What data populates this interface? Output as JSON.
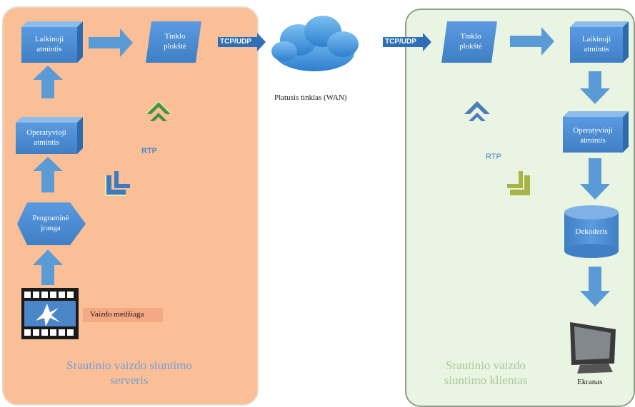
{
  "server": {
    "title_line1": "Srautinio vaizdo siuntimo",
    "title_line2": "serveris",
    "cache": [
      "Laikinoji",
      "atmintis"
    ],
    "nic": [
      "Tinklo",
      "plokštė"
    ],
    "ram": [
      "Operatyvioji",
      "atmintis"
    ],
    "software": [
      "Programinė",
      "įranga"
    ],
    "rtp": "RTP",
    "video_label": "Vaizdo medžiaga"
  },
  "network": {
    "tcp_left": "TCP/UDP",
    "tcp_right": "TCP/UDP",
    "wan_label": "Platusis tinklas (WAN)"
  },
  "client": {
    "title_line1": "Srautinio vaizdo",
    "title_line2": "siuntimo klientas",
    "nic": [
      "Tinklo",
      "plokštė"
    ],
    "cache": [
      "Laikinoji",
      "atmintis"
    ],
    "ram": [
      "Operatyvioji",
      "atmintis"
    ],
    "decoder": "Dekoderis",
    "rtp": "RTP",
    "screen_label": "Ekranas"
  },
  "colors": {
    "server_bg": "#fbbf98",
    "client_bg": "#eaf4e3",
    "box_blue": "#4f8fd6",
    "arrow_blue": "#5b9bd5",
    "title_blue": "#6f9fd8"
  }
}
